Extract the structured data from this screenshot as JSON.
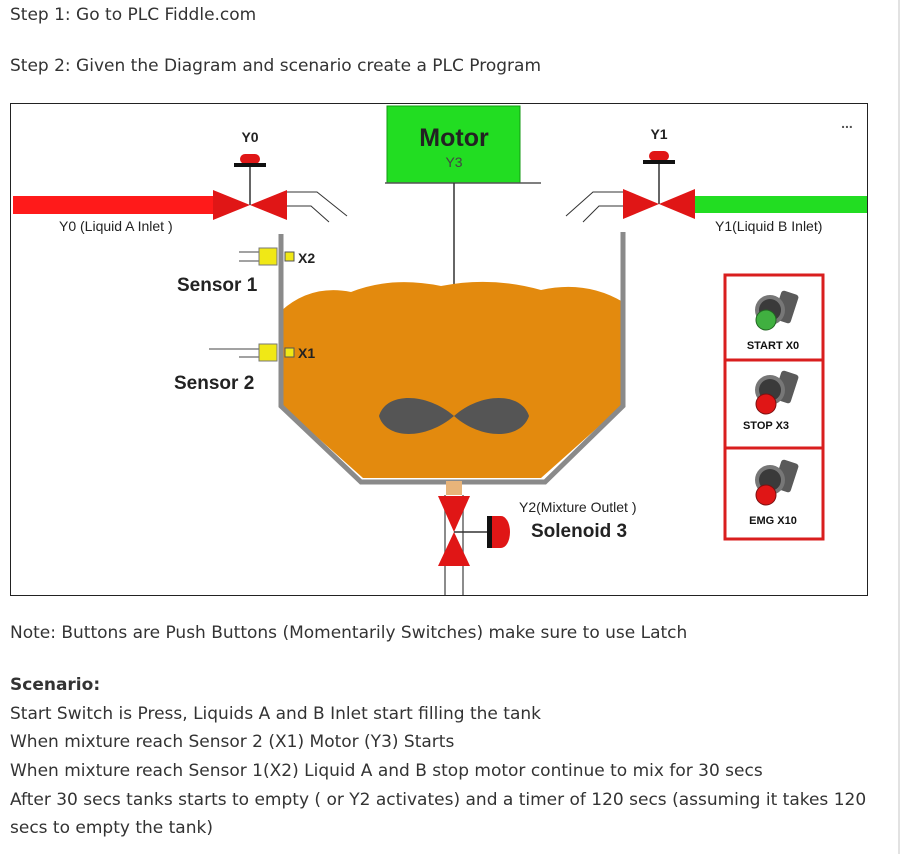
{
  "steps": {
    "step1": "Step 1: Go to PLC Fiddle.com",
    "step2": "Step 2: Given the Diagram and scenario create a PLC Program"
  },
  "diagram": {
    "more_icon": "...",
    "motor_title": "Motor",
    "motor_code": "Y3",
    "y0": "Y0",
    "y1": "Y1",
    "inlet_a": "Y0 (Liquid A Inlet )",
    "inlet_b": "Y1(Liquid B Inlet)",
    "x2": "X2",
    "x1": "X1",
    "sensor1": "Sensor 1",
    "sensor2": "Sensor 2",
    "start": "START  X0",
    "stop": "STOP X3",
    "emg": "EMG X10",
    "outlet": "Y2(Mixture Outlet )",
    "solenoid": "Solenoid 3",
    "colors": {
      "pipe_a": "#ff1a1a",
      "pipe_b": "#22dd22",
      "motor": "#22dd22",
      "liquid": "#e38a0e",
      "valve": "#e01616",
      "sensor": "#f0e816",
      "tank_wall": "#8a8a8a",
      "button_frame": "#d91e1e"
    }
  },
  "note": "Note: Buttons are Push Buttons (Momentarily Switches) make sure to use Latch",
  "scenario": {
    "heading": "Scenario:",
    "lines": [
      "Start Switch is Press, Liquids A and B Inlet start filling the tank",
      "When mixture reach Sensor 2 (X1) Motor (Y3) Starts",
      "When mixture reach Sensor 1(X2) Liquid A and B stop motor continue to mix for 30 secs",
      "After 30 secs tanks starts to empty ( or Y2 activates) and a timer of 120 secs (assuming it takes 120",
      "secs to empty the tank)"
    ]
  }
}
